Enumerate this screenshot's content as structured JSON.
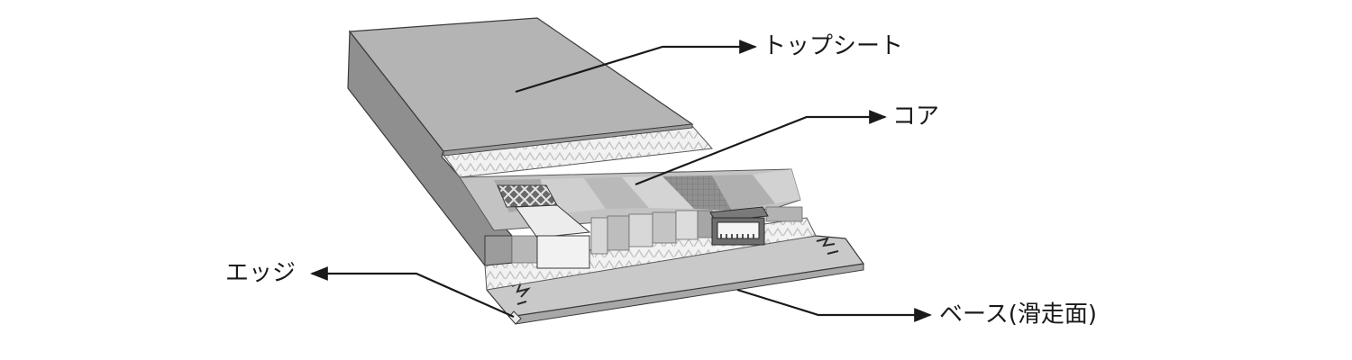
{
  "labels": {
    "top_sheet": "トップシート",
    "core": "コア",
    "edge": "エッジ",
    "base": "ベース(滑走面)"
  },
  "colors": {
    "top_sheet_face": "#b4b4b4",
    "top_sheet_side": "#9a9a9a",
    "core_light": "#d6d6d6",
    "core_mid": "#bdbdbd",
    "core_dark": "#9b9b9b",
    "base_face": "#c9c9c9",
    "base_side": "#a8a8a8",
    "edge_metal": "#ebebeb",
    "outline": "#3a3a3a",
    "leader_line": "#1a1a1a"
  }
}
